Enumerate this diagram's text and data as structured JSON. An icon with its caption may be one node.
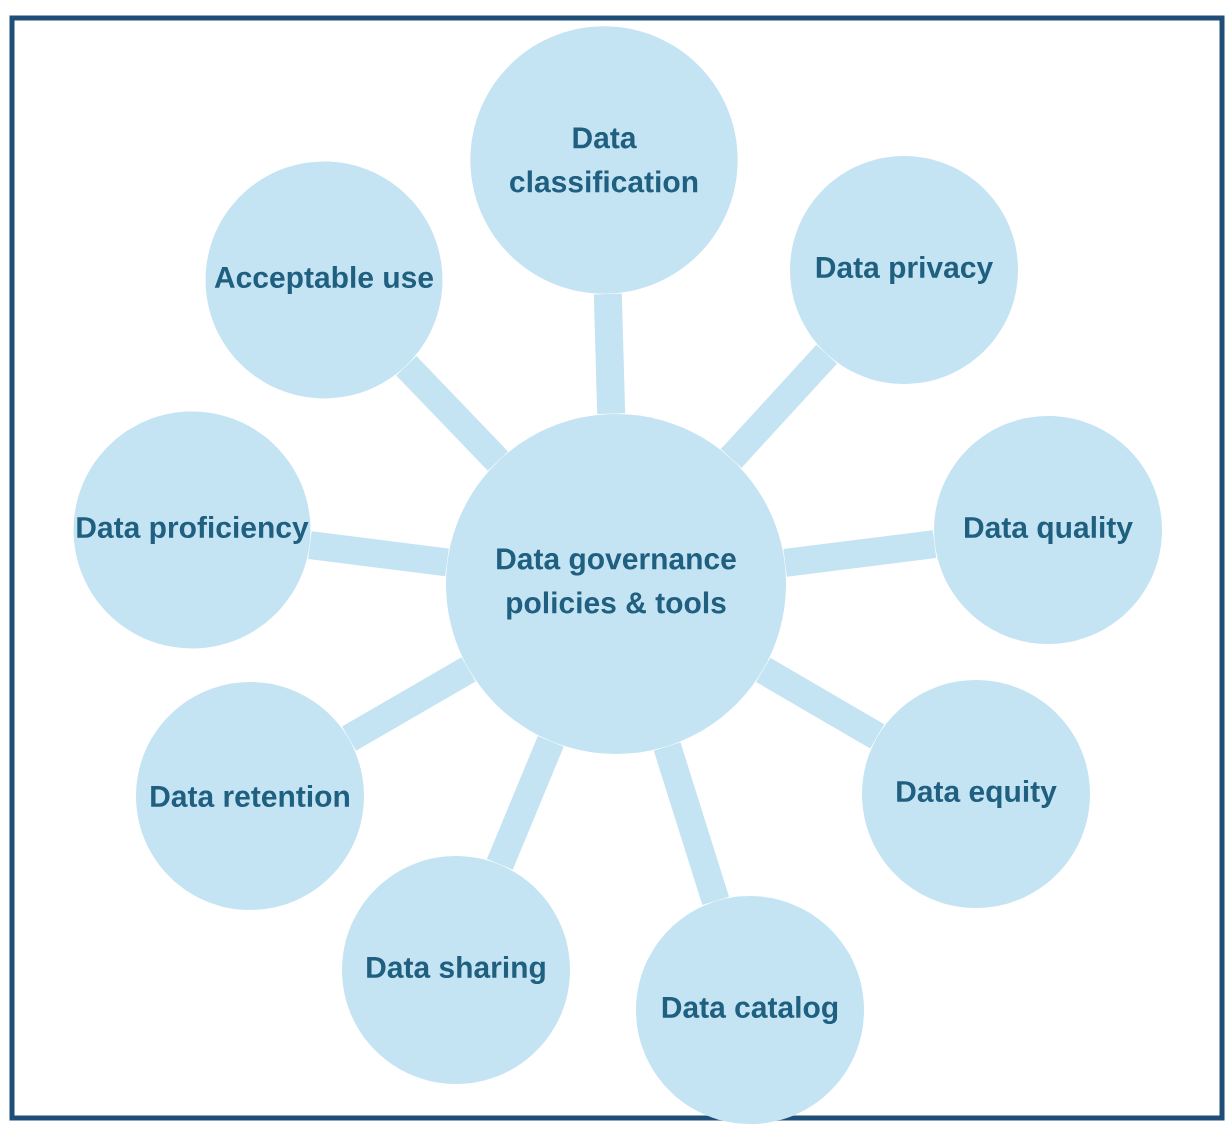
{
  "diagram": {
    "nodes": [
      {
        "text": [
          "Data governance policies & tools"
        ]
      },
      {
        "text": [
          "Data classification"
        ]
      },
      {
        "text": [
          "Data privacy"
        ]
      },
      {
        "text": [
          "Data quality"
        ]
      },
      {
        "text": [
          "Data equity"
        ]
      },
      {
        "text": [
          "Data catalog"
        ]
      },
      {
        "text": [
          "Data sharing"
        ]
      },
      {
        "text": [
          "Data retention"
        ]
      },
      {
        "text": [
          "Data proficiency"
        ]
      },
      {
        "text": [
          "Acceptable use"
        ]
      }
    ],
    "edges": [
      {
        "from": 0,
        "to": 1,
        "arrow": "none"
      },
      {
        "from": 0,
        "to": 2,
        "arrow": "none"
      },
      {
        "from": 0,
        "to": 3,
        "arrow": "none"
      },
      {
        "from": 0,
        "to": 4,
        "arrow": "none"
      },
      {
        "from": 0,
        "to": 5,
        "arrow": "none"
      },
      {
        "from": 0,
        "to": 6,
        "arrow": "none"
      },
      {
        "from": 0,
        "to": 7,
        "arrow": "none"
      },
      {
        "from": 0,
        "to": 8,
        "arrow": "none"
      },
      {
        "from": 0,
        "to": 9,
        "arrow": "none"
      }
    ]
  }
}
